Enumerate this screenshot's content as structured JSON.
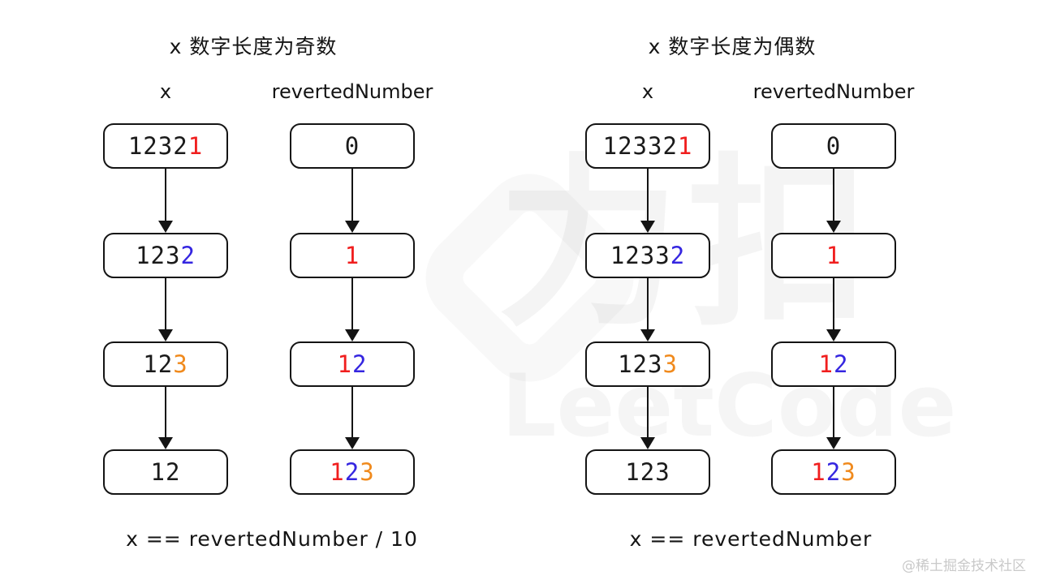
{
  "colors": {
    "black": "#1a1a1a",
    "red": "#f01e1e",
    "blue": "#3526e0",
    "orange": "#f08a1d"
  },
  "watermark": {
    "hanzi": "力扣",
    "latin": "LeetCode"
  },
  "credit": "@稀土掘金技术社区",
  "panels": [
    {
      "title": "x 数字长度为奇数",
      "formula": "x == revertedNumber / 10",
      "columns": [
        {
          "header": "x",
          "boxes": [
            [
              {
                "t": "1232",
                "c": "black"
              },
              {
                "t": "1",
                "c": "red"
              }
            ],
            [
              {
                "t": "123",
                "c": "black"
              },
              {
                "t": "2",
                "c": "blue"
              }
            ],
            [
              {
                "t": "12",
                "c": "black"
              },
              {
                "t": "3",
                "c": "orange"
              }
            ],
            [
              {
                "t": "12",
                "c": "black"
              }
            ]
          ]
        },
        {
          "header": "revertedNumber",
          "boxes": [
            [
              {
                "t": "0",
                "c": "black"
              }
            ],
            [
              {
                "t": "1",
                "c": "red"
              }
            ],
            [
              {
                "t": "1",
                "c": "red"
              },
              {
                "t": "2",
                "c": "blue"
              }
            ],
            [
              {
                "t": "1",
                "c": "red"
              },
              {
                "t": "2",
                "c": "blue"
              },
              {
                "t": "3",
                "c": "orange"
              }
            ]
          ]
        }
      ]
    },
    {
      "title": "x 数字长度为偶数",
      "formula": "x == revertedNumber",
      "columns": [
        {
          "header": "x",
          "boxes": [
            [
              {
                "t": "12332",
                "c": "black"
              },
              {
                "t": "1",
                "c": "red"
              }
            ],
            [
              {
                "t": "1233",
                "c": "black"
              },
              {
                "t": "2",
                "c": "blue"
              }
            ],
            [
              {
                "t": "123",
                "c": "black"
              },
              {
                "t": "3",
                "c": "orange"
              }
            ],
            [
              {
                "t": "123",
                "c": "black"
              }
            ]
          ]
        },
        {
          "header": "revertedNumber",
          "boxes": [
            [
              {
                "t": "0",
                "c": "black"
              }
            ],
            [
              {
                "t": "1",
                "c": "red"
              }
            ],
            [
              {
                "t": "1",
                "c": "red"
              },
              {
                "t": "2",
                "c": "blue"
              }
            ],
            [
              {
                "t": "1",
                "c": "red"
              },
              {
                "t": "2",
                "c": "blue"
              },
              {
                "t": "3",
                "c": "orange"
              }
            ]
          ]
        }
      ]
    }
  ]
}
